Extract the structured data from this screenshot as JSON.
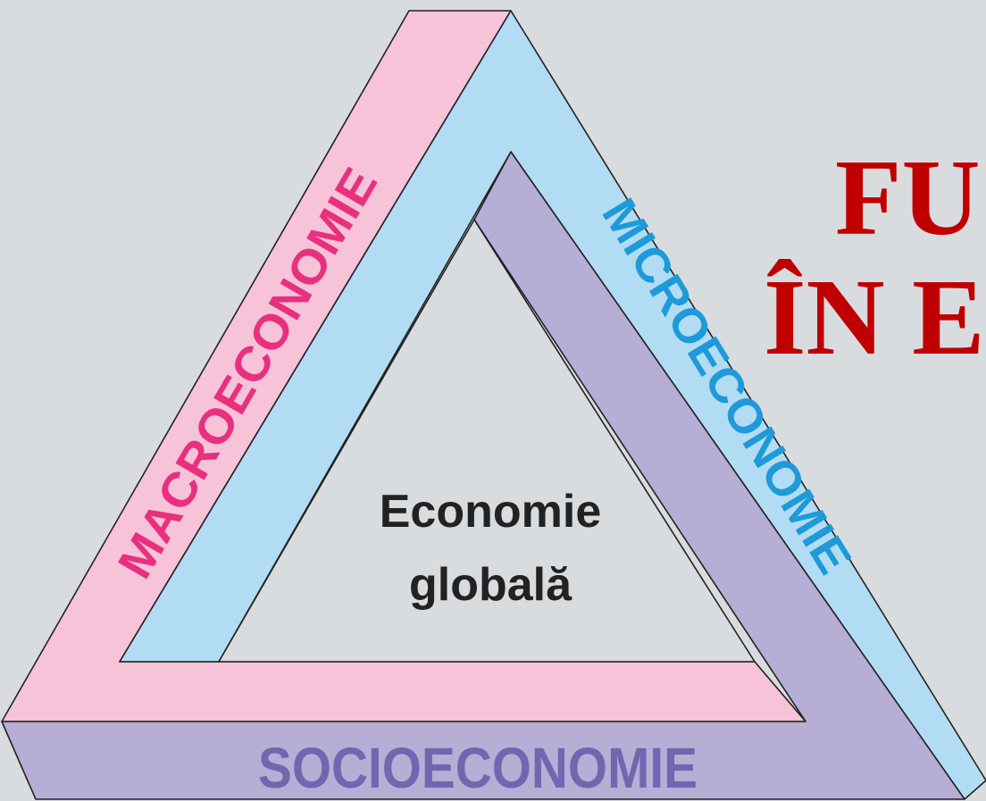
{
  "slide": {
    "title_line_1": "FU",
    "title_line_2": "ÎN E"
  },
  "diagram": {
    "center_line_1": "Economie",
    "center_line_2": "globală",
    "left_band_label": "MACROECONOMIE",
    "right_band_label": "MICROECONOMIE",
    "bottom_band_label": "SOCIOECONOMIE"
  },
  "colors": {
    "background": "#d9dcdf",
    "macro_band": "#f6c3d8",
    "micro_band": "#b2dcf3",
    "socio_band": "#b6aed5",
    "macro_text": "#e8307f",
    "micro_text": "#1e9ad8",
    "socio_text": "#7266b0",
    "title_text": "#c00000",
    "center_text": "#222222"
  }
}
